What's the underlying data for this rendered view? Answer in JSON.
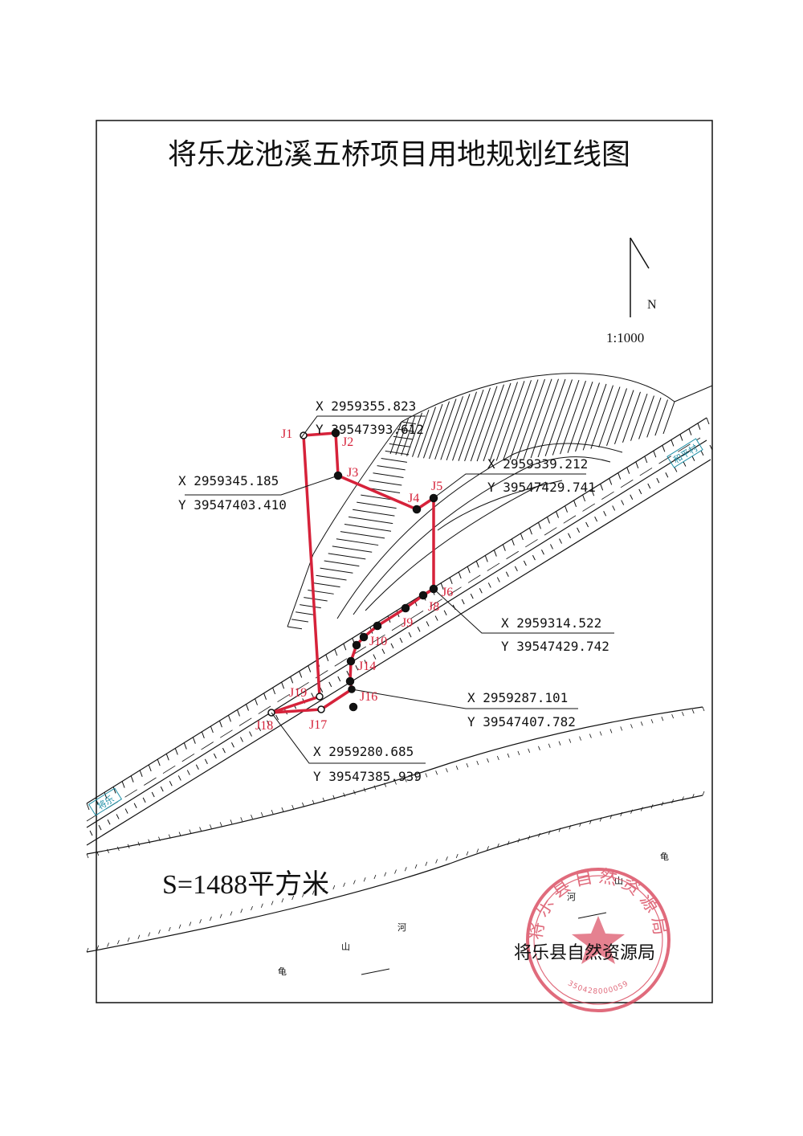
{
  "title": "将乐龙池溪五桥项目用地规划红线图",
  "north": {
    "label": "N",
    "scale": "1:1000"
  },
  "area": "S=1488平方米",
  "agency": "将乐县自然资源局",
  "seal": {
    "text": "将乐县自然资源局",
    "number": "350428000059"
  },
  "road_labels": {
    "left": "将乐",
    "right": "和平村"
  },
  "river": {
    "chars": [
      "龟",
      "山",
      "河"
    ],
    "upper_chars": [
      "龟",
      "山",
      "河"
    ]
  },
  "points": {
    "J1": "J1",
    "J2": "J2",
    "J3": "J3",
    "J4": "J4",
    "J5": "J5",
    "J6": "J6",
    "J8": "J8",
    "J9": "J9",
    "J10": "J10",
    "J14": "J14",
    "J16": "J16",
    "J17": "J17",
    "J18": "J18",
    "J19": "J19"
  },
  "coords": {
    "J2": {
      "x": "X 2959355.823",
      "y": "Y 39547393.612"
    },
    "J3": {
      "x": "X 2959345.185",
      "y": "Y 39547403.410"
    },
    "J5": {
      "x": "X 2959339.212",
      "y": "Y 39547429.741"
    },
    "J6": {
      "x": "X 2959314.522",
      "y": "Y 39547429.742"
    },
    "J16": {
      "x": "X 2959287.101",
      "y": "Y 39547407.782"
    },
    "J18": {
      "x": "X 2959280.685",
      "y": "Y 39547385.939"
    }
  },
  "colors": {
    "boundary": "#d6223a",
    "ink": "#111111",
    "seal": "#d9475c",
    "road_text": "#1f8fa6"
  }
}
